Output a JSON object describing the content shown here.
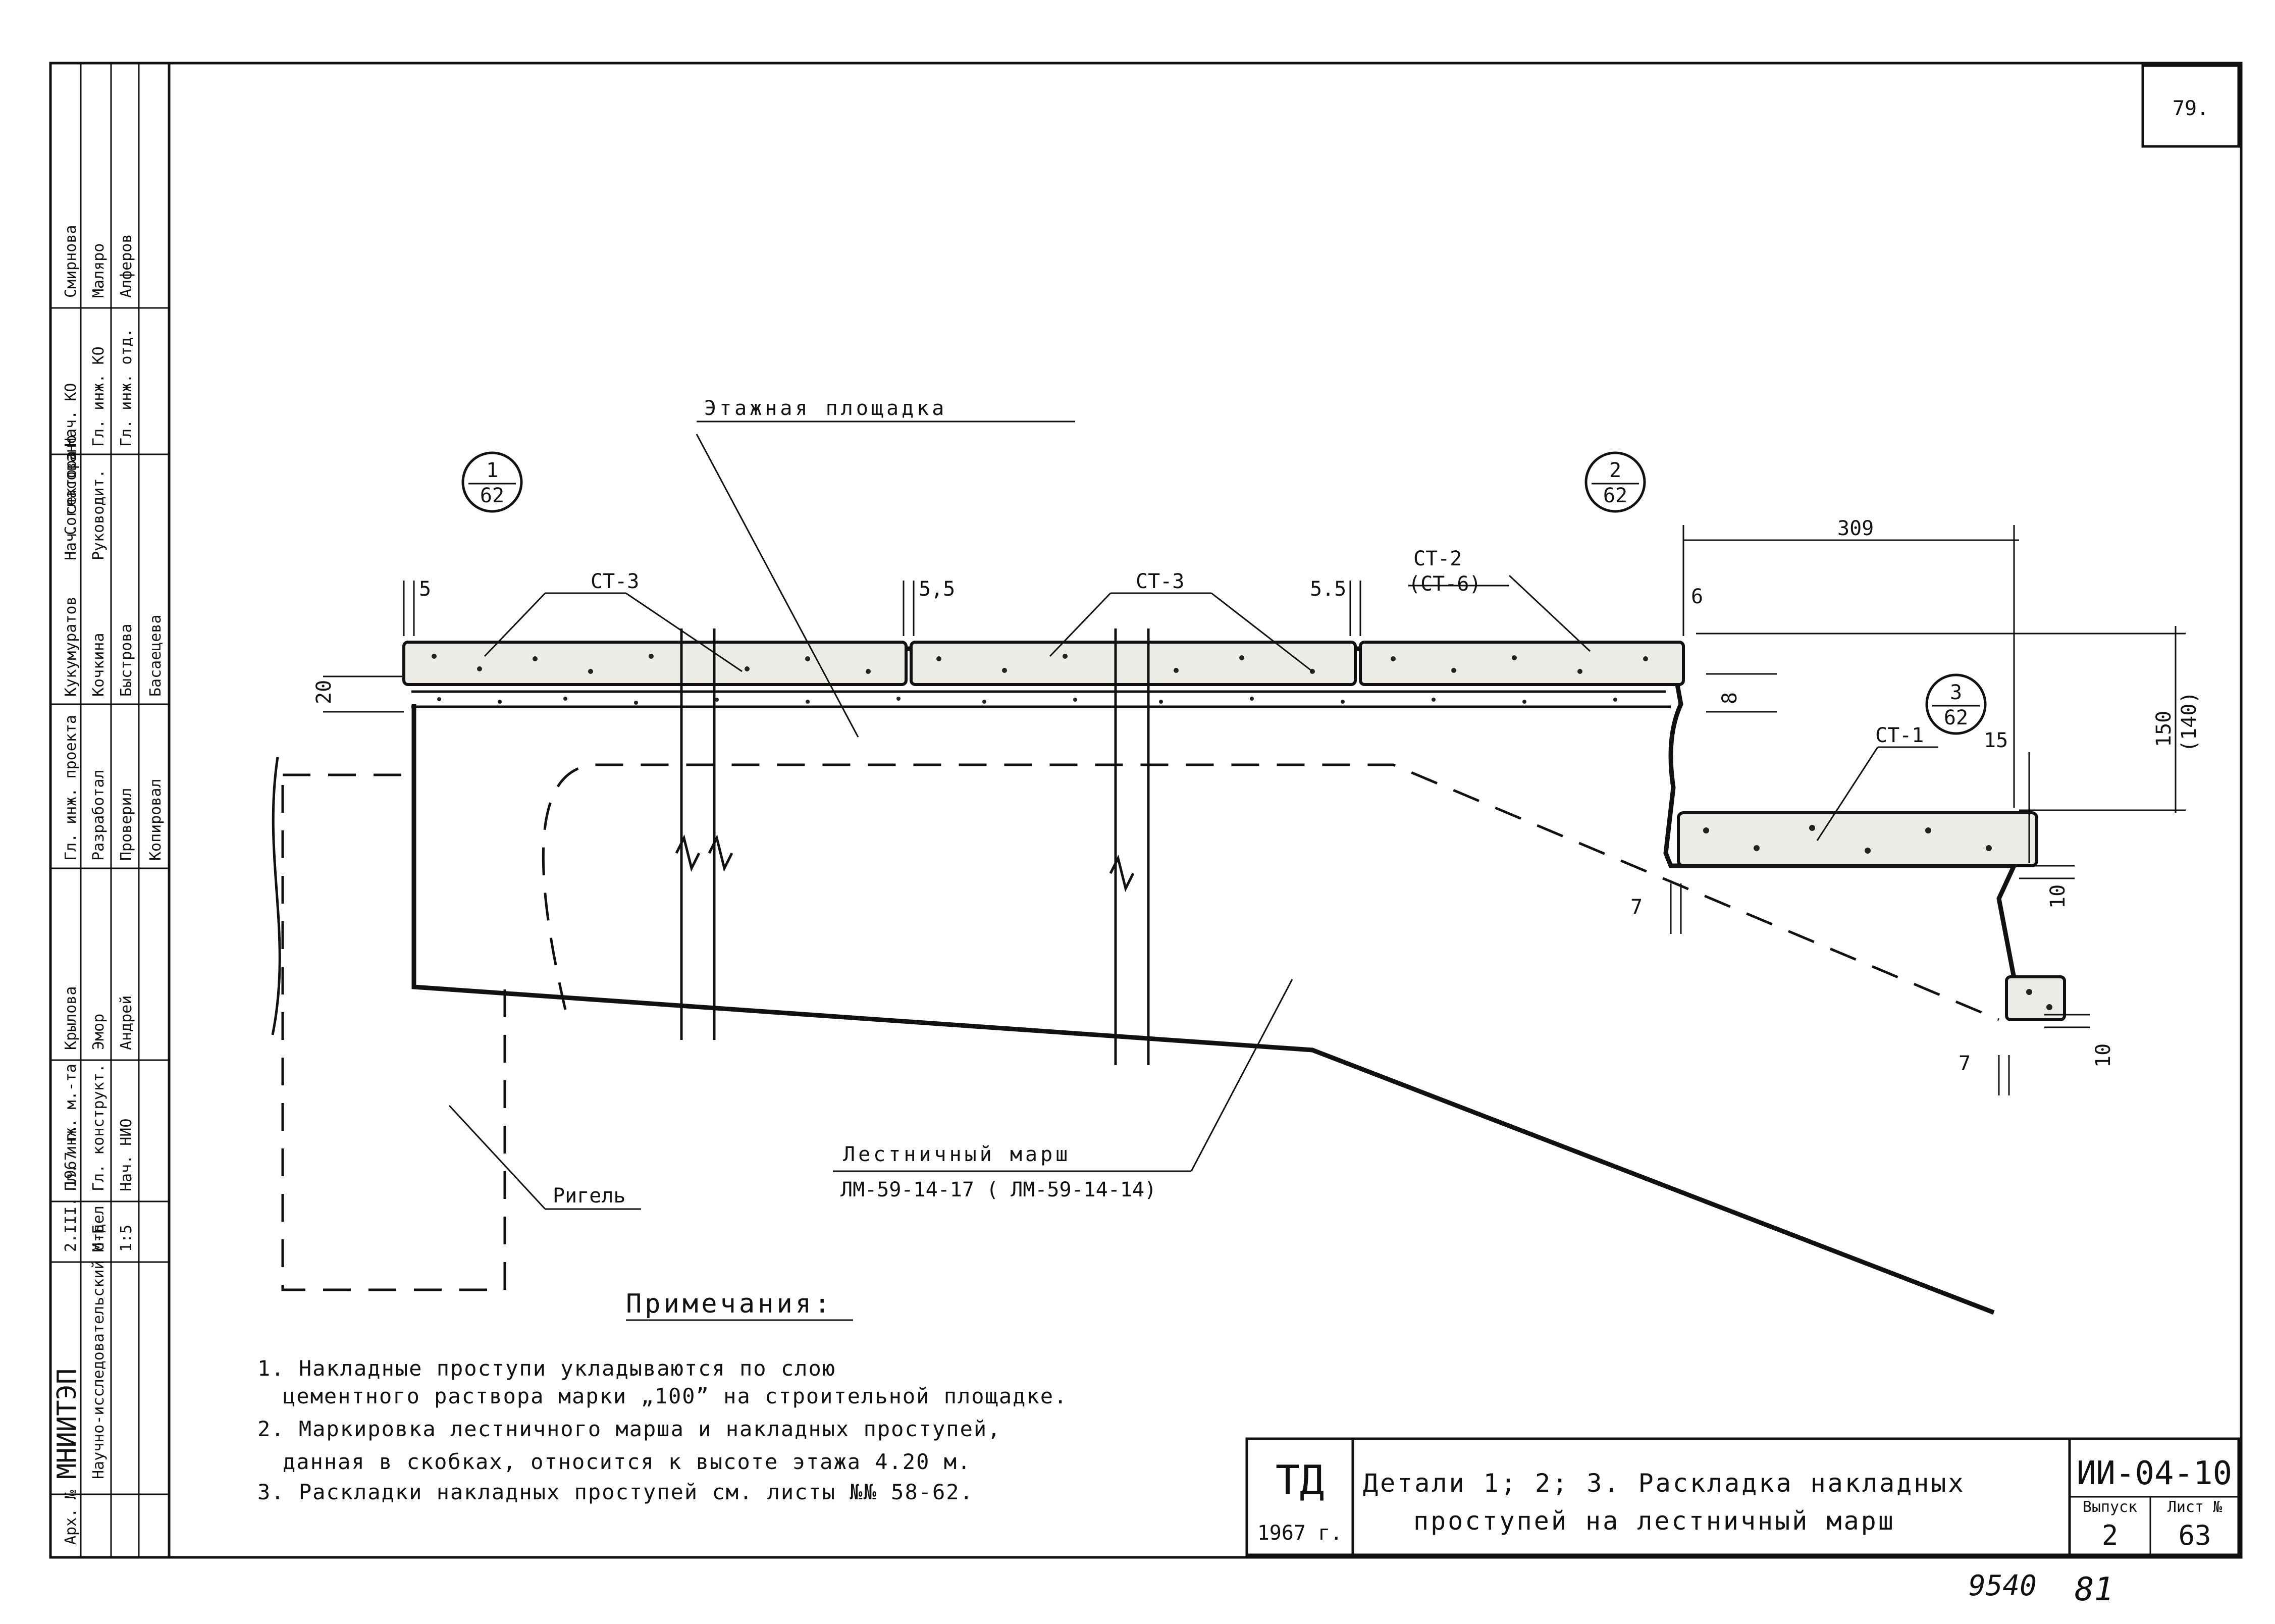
{
  "page_number": "79.",
  "stamps": {
    "doc_code": "ИИ-04-10",
    "issue_label": "Выпуск",
    "issue_value": "2",
    "sheet_label": "Лист №",
    "sheet_value": "63",
    "td_mark": "ТД",
    "td_year": "1967 г.",
    "title_line1": "Детали 1; 2; 3. Раскладка накладных",
    "title_line2": "проступей на лестничный марш",
    "footer_number": "9540",
    "footer_extra": "81"
  },
  "drawing": {
    "floor_landing_label": "Этажная площадка",
    "flight_label": "Лестничный марш",
    "flight_marks": "ЛМ-59-14-17 ( ЛМ-59-14-14)",
    "girder_label": "Ригель",
    "callouts": [
      {
        "top": "1",
        "bottom": "62"
      },
      {
        "top": "2",
        "bottom": "62"
      },
      {
        "top": "3",
        "bottom": "62"
      }
    ],
    "tread_ct3_a": "СТ-3",
    "tread_ct3_b": "СТ-3",
    "tread_ct2": "СТ-2",
    "tread_ct6": "(СТ-6)",
    "tread_ct1": "СТ-1",
    "dims": {
      "d5": "5",
      "d55a": "5,5",
      "d55b": "5.5",
      "d6": "6",
      "d20": "20",
      "d8": "8",
      "d309": "309",
      "d150": "150",
      "d140": "(140)",
      "d15": "15",
      "d10a": "10",
      "d10b": "10",
      "d7a": "7",
      "d7b": "7"
    }
  },
  "notes": {
    "heading": "Примечания:",
    "items": [
      "1. Накладные проступи укладываются по слою",
      "цементного раствора марки „100” на строительной площадке.",
      "2. Маркировка лестничного марша и накладных проступей,",
      "данная в скобках, относится к высоте этажа 4.20 м.",
      "3. Раскладки накладных проступей см. листы №№ 58-62."
    ]
  },
  "sidebar": {
    "org": "МНИИТЭП",
    "org_sub": "Научно-исследовательский отдел",
    "arch_no": "Арх. №",
    "date": "2.III. 1967 г.",
    "sheet_m": "М-Б",
    "scale": "1:5",
    "roles": [
      "Нач. КО",
      "Гл. инж. КО",
      "Гл. инж. отд.",
      "Согласовано",
      "Нач. сектора",
      "Руководит.",
      "Гл. инж. проекта",
      "Разработал",
      "Проверил",
      "Копировал",
      "Гл. инж. м.-та",
      "Гл. конструкт.",
      "Нач. НИО"
    ],
    "names": [
      "Смирнова",
      "Маляро",
      "Алферов",
      "Кукумуратов",
      "Кочкина",
      "Быстрова",
      "Басаецева",
      "Крылова",
      "Эмор",
      "Андрей"
    ]
  }
}
